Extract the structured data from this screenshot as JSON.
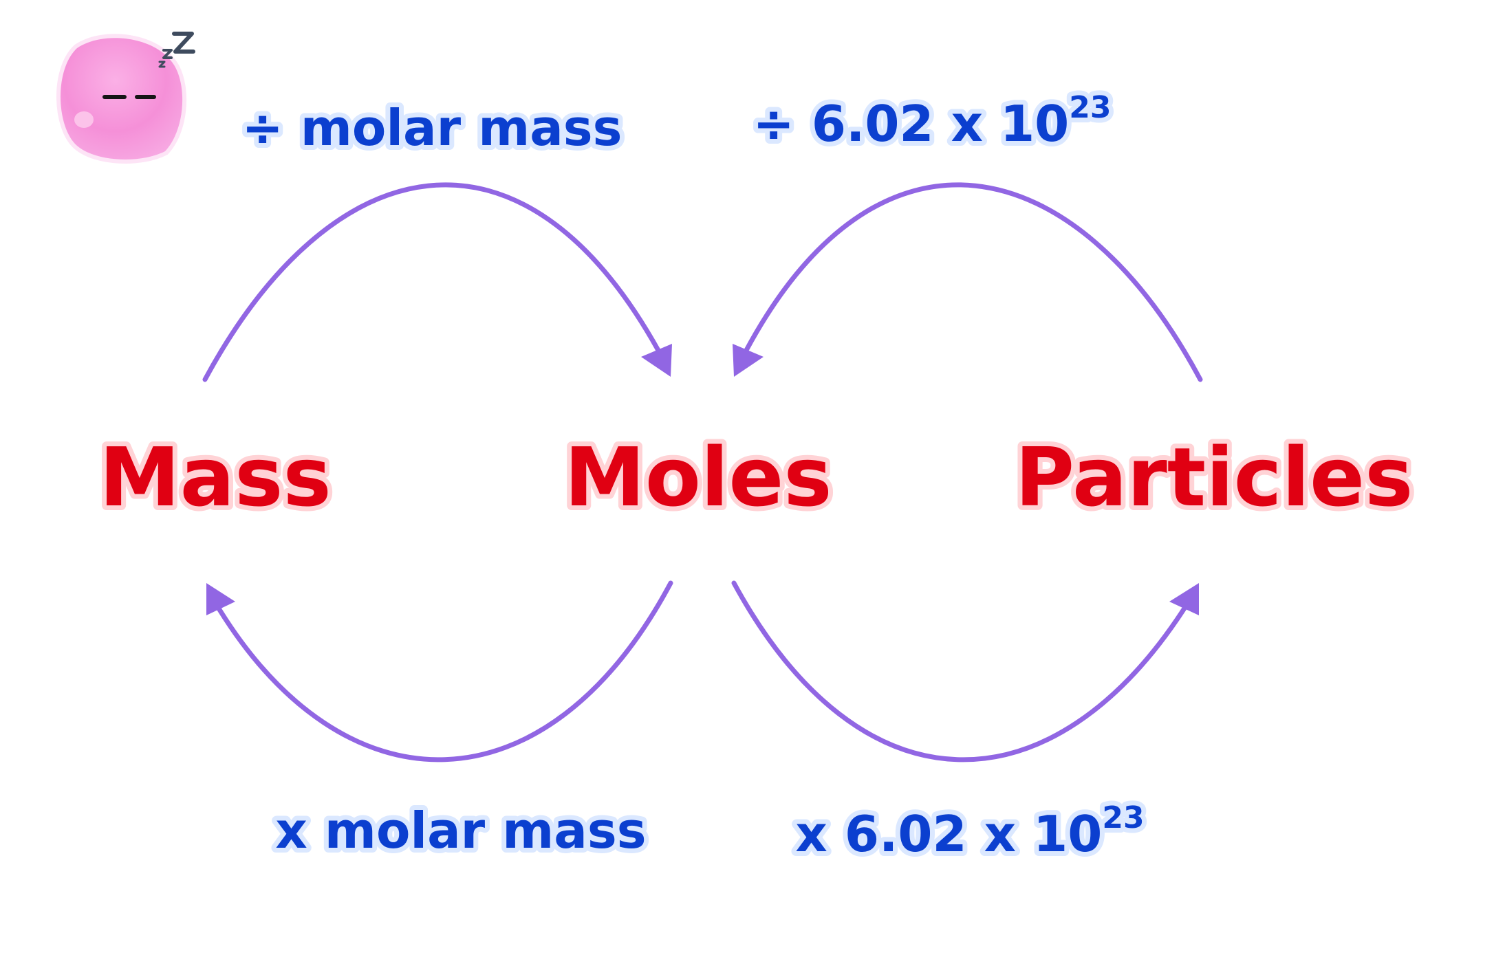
{
  "nodes": {
    "mass": "Mass",
    "moles": "Moles",
    "particles": "Particles"
  },
  "operations": {
    "mass_to_moles": "÷ molar mass",
    "moles_to_mass": "x molar mass",
    "particles_to_moles": {
      "text": "÷ 6.02 x 10",
      "exponent": "23"
    },
    "moles_to_particles": {
      "text": "x 6.02 x 10",
      "exponent": "23"
    }
  },
  "colors": {
    "node_text": "#e00012",
    "node_glow": "#ffd3d6",
    "op_text": "#0b3fcf",
    "op_glow": "#dbe8ff",
    "arrow": "#9166e3",
    "mascot": "#f590d8"
  },
  "icons": {
    "mascot": "sleeping-blob-icon"
  }
}
